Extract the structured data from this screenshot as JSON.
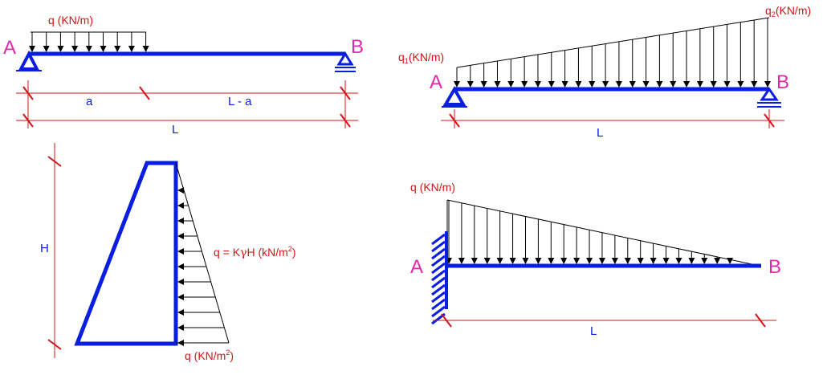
{
  "colors": {
    "beam": "#0a1ee0",
    "dimension": "#d21414",
    "point_label": "#e02aa8",
    "load_line": "#000000"
  },
  "diagrams": {
    "simple_beam_partial": {
      "load_label": "q (KN/m)",
      "point_a": "A",
      "point_b": "B",
      "dim_a": "a",
      "dim_rest": "L - a",
      "dim_total": "L"
    },
    "simple_beam_trapezoid": {
      "load_left_q": "q",
      "load_left_sub": "1",
      "load_left_unit": "(KN/m)",
      "load_right_q": "q",
      "load_right_sub": "2",
      "load_right_unit": "(KN/m)",
      "point_a": "A",
      "point_b": "B",
      "dim_total": "L"
    },
    "retaining_wall": {
      "dim_height": "H",
      "formula_main": "q = K",
      "formula_gamma": "γ",
      "formula_rest": "H  (kN/m",
      "formula_sup": "2",
      "formula_close": ")",
      "base_load": "q (KN/m",
      "base_sup": "2",
      "base_close": ")"
    },
    "cantilever_triangle": {
      "load_label": "q (KN/m)",
      "point_a": "A",
      "point_b": "B",
      "dim_total": "L"
    }
  }
}
